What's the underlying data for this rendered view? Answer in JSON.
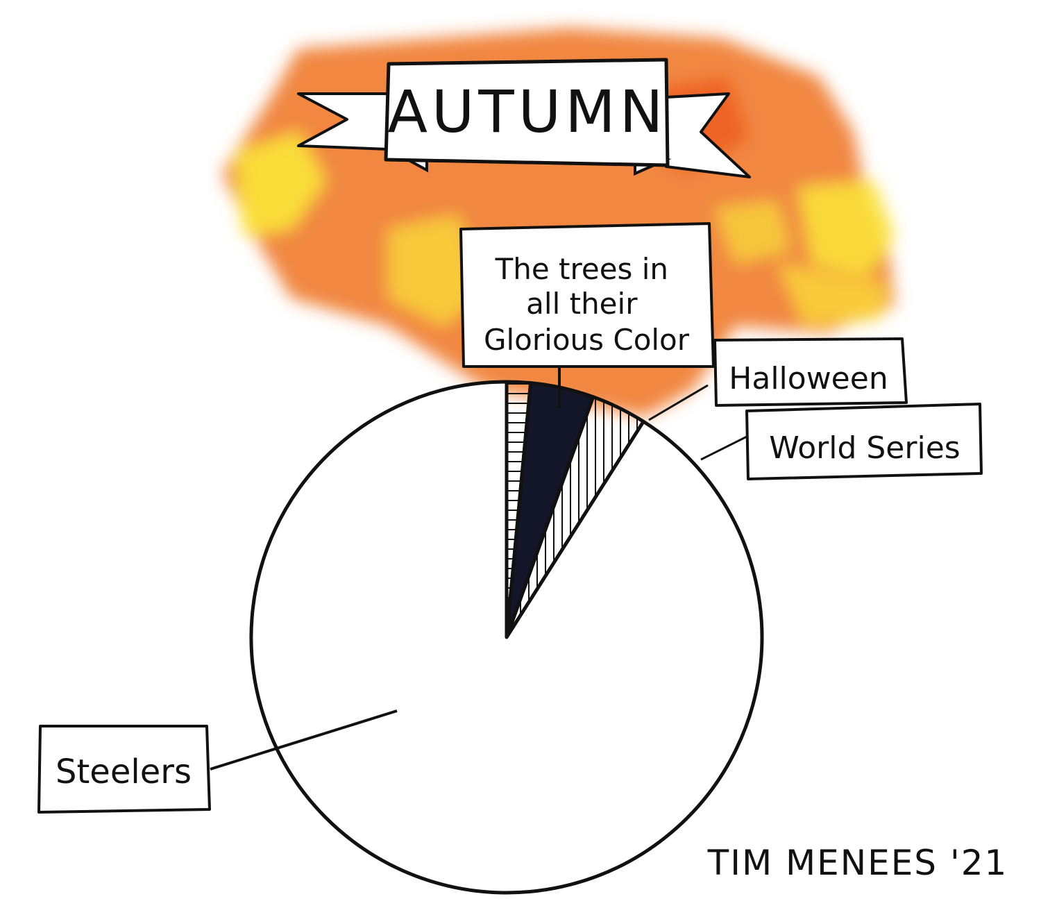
{
  "chart_data": {
    "type": "pie",
    "title": "AUTUMN",
    "slices": [
      {
        "label": "The trees in all their Glorious Color",
        "label_lines": [
          "The trees in",
          "all their",
          "Glorious Color"
        ],
        "value": 1.5,
        "fill": "hatch-horizontal"
      },
      {
        "label": "Halloween",
        "value": 4,
        "fill": "solid"
      },
      {
        "label": "World Series",
        "value": 3.5,
        "fill": "hatch-vertical"
      },
      {
        "label": "Steelers",
        "value": 91,
        "fill": "blank"
      }
    ],
    "start_angle_deg": 0,
    "direction": "clockwise"
  },
  "signature": "TIM MENEES '21",
  "colors": {
    "wash_orange": "#f07a2e",
    "wash_yellow": "#fbe23a",
    "wash_red": "#ee5a22",
    "ink": "#111111",
    "solid_fill": "#121628"
  }
}
